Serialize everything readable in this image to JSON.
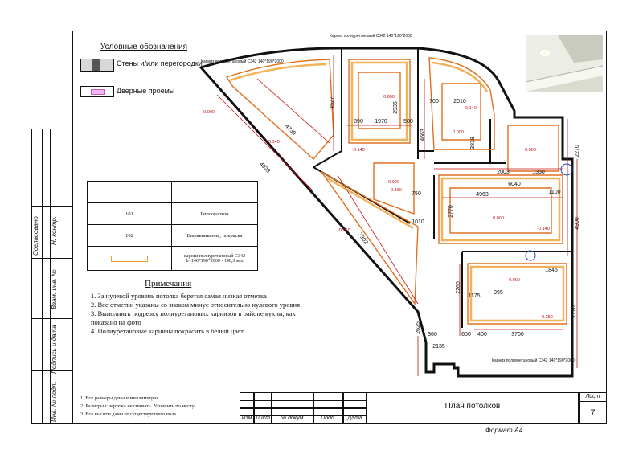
{
  "legend": {
    "title": "Условные обозначения",
    "walls": "Стены и/или перегородки",
    "doors": "Дверные проемы"
  },
  "materials": {
    "rows": [
      {
        "code": "101",
        "name": "Гипсокартон"
      },
      {
        "code": "102",
        "name": "Выравнивание, покраска"
      },
      {
        "code": "",
        "name": "карниз полиуретановый С342 h=140*190*2000 - 148,3 м/п"
      }
    ]
  },
  "notes": {
    "title": "Примечания",
    "items": [
      "1.   За нулевой уровень потолка берется самая низкая отметка",
      "2.   Все отметки указаны со знаком минус относительно нулевого уровня",
      "3.   Выполнить подрезку полиуретановых карнизов в районе кухни, как",
      "      показано на  фото",
      "4.   Полиуретановые карнизы покрасить в белый цвет."
    ]
  },
  "footnotes": [
    "1.   Все размеры даны в миллиметрах.",
    "2.   Размеры с чертежа не снимать. Уточнить по месту",
    "3.   Все высоты даны от существующего пола"
  ],
  "side_labels": [
    "Согласовано",
    "Н. контр.",
    "Взам. инв. №",
    "Подпись и дата",
    "Инв. № подл."
  ],
  "stamp": {
    "cols": [
      "Изм",
      "Лист",
      "№ докум.",
      "Подп.",
      "Дата"
    ],
    "title": "План потолков",
    "sheet_label": "Лист",
    "sheet_no": "7",
    "format": "Формат А4"
  },
  "plan": {
    "dims": [
      "4923",
      "4739",
      "4527",
      "2935",
      "890",
      "1970",
      "500",
      "4663",
      "3818",
      "700",
      "2010",
      "2003",
      "1350",
      "2270",
      "6040",
      "4963",
      "1100",
      "2770",
      "4900",
      "7302",
      "1845",
      "2260",
      "1175",
      "995",
      "3700",
      "1720",
      "400",
      "600",
      "360",
      "2135",
      "2625",
      "750",
      "1010"
    ],
    "levels": [
      "0.000",
      "-0.140",
      "-0.190",
      "-0.260",
      "-0.280"
    ],
    "cornice_labels": [
      "Карниз полиуретановый С342 140*190*2000"
    ],
    "colors": {
      "line": "#111111",
      "dim": "#cc1111",
      "cornice": "#f0a030",
      "ceiling": "#e07020"
    }
  }
}
